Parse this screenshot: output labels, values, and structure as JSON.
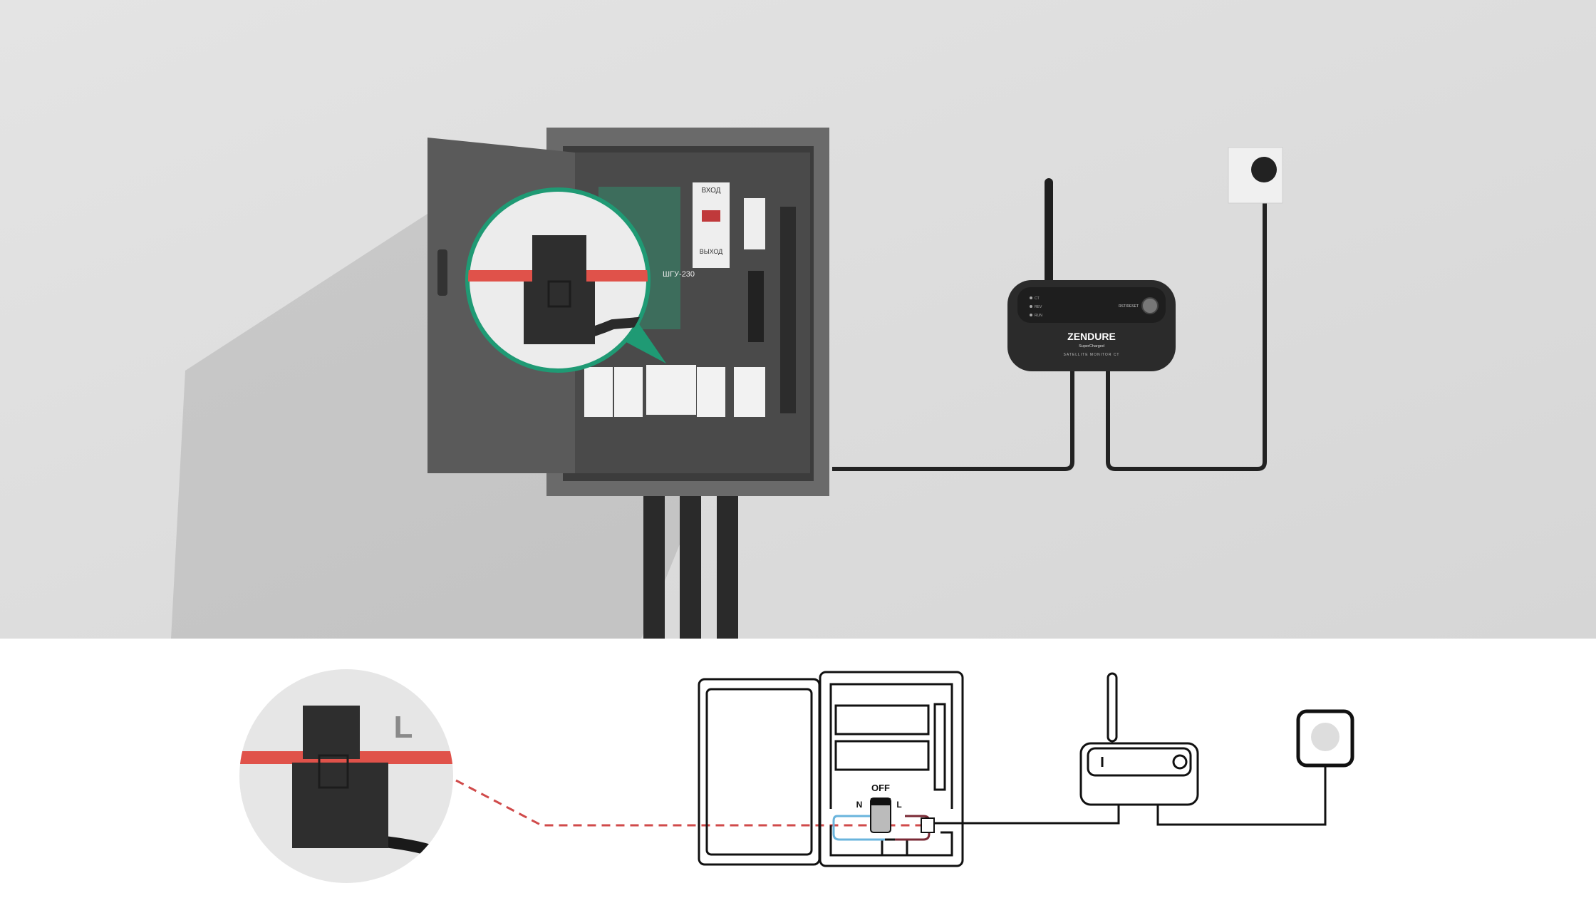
{
  "photo": {
    "device": {
      "brand": "ZENDURE",
      "tagline": "SuperCharged",
      "model": "SATELLITE MONITOR CT",
      "leds": [
        "CT",
        "REV",
        "RUN"
      ],
      "button_label": "RST/RESET"
    },
    "panel_labels": {
      "input": "ВХОД",
      "output": "ВЫХОД",
      "module": "ШГУ-230"
    }
  },
  "diagram": {
    "wire_label": "L",
    "breaker_state": "OFF",
    "neutral_label": "N",
    "line_label": "L"
  },
  "colors": {
    "wall": "#dcdcdc",
    "cabinet": "#5a5a5a",
    "accent_green": "#1f9a74",
    "wire_red": "#e0524a",
    "neutral_blue": "#6ab4dc",
    "line_brown": "#7a2a35"
  }
}
